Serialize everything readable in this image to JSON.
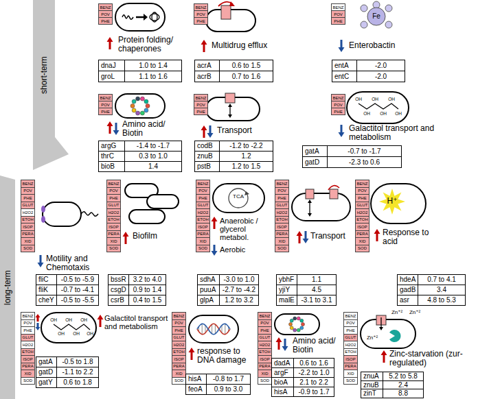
{
  "diagram": {
    "nodes": [
      {
        "text": [
          "BENZ"
        ]
      },
      {
        "text": [
          "POV"
        ]
      },
      {
        "text": [
          "PHE"
        ]
      },
      {
        "text": [
          "dnaJ",
          "1.0 to 1.4"
        ]
      },
      {
        "text": [
          "groL",
          "1.1 to 1.6"
        ]
      },
      {
        "text": [
          "BENZ"
        ]
      },
      {
        "text": [
          "POV"
        ]
      },
      {
        "text": [
          "PHE"
        ]
      },
      {
        "text": [
          "acrA",
          "0.6 to 1.5"
        ]
      },
      {
        "text": [
          "acrB",
          "0.7 to 1.6"
        ]
      },
      {
        "text": [
          "BENZ"
        ]
      },
      {
        "text": [
          "POV"
        ]
      },
      {
        "text": [
          "PHE"
        ]
      },
      {
        "text": [
          "entA",
          "-2.0"
        ]
      },
      {
        "text": [
          "entC",
          "-2.0"
        ]
      },
      {
        "text": [
          "BENZ"
        ]
      },
      {
        "text": [
          "POV"
        ]
      },
      {
        "text": [
          "PHE"
        ]
      },
      {
        "text": [
          "argG",
          "-1.4 to -1.7"
        ]
      },
      {
        "text": [
          "thrC",
          "0.3 to 1.0"
        ]
      },
      {
        "text": [
          "bioB",
          "1.4"
        ]
      },
      {
        "text": [
          "BENZ"
        ]
      },
      {
        "text": [
          "POV"
        ]
      },
      {
        "text": [
          "PHE"
        ]
      },
      {
        "text": [
          "codB",
          "-1.2 to -2.2"
        ]
      },
      {
        "text": [
          "znuB",
          "1.2"
        ]
      },
      {
        "text": [
          "pstB",
          "1.2 to 1.5"
        ]
      },
      {
        "text": [
          "BENZ"
        ]
      },
      {
        "text": [
          "POV"
        ]
      },
      {
        "text": [
          "PHE"
        ]
      },
      {
        "text": [
          "gatA",
          "-0.7 to -1.7"
        ]
      },
      {
        "text": [
          "gatD",
          "-2.3 to 0.6"
        ]
      },
      {
        "text": [
          "BENZ"
        ]
      },
      {
        "text": [
          "POV"
        ]
      },
      {
        "text": [
          "PHE"
        ]
      },
      {
        "text": [
          "GLUT"
        ]
      },
      {
        "text": [
          "H2O2"
        ]
      },
      {
        "text": [
          "ETOH"
        ]
      },
      {
        "text": [
          "ISOP"
        ]
      },
      {
        "text": [
          "PERA"
        ]
      },
      {
        "text": [
          "XID"
        ]
      },
      {
        "text": [
          "SOD"
        ]
      },
      {
        "text": [
          "fliC",
          "-0.5 to -5.9"
        ]
      },
      {
        "text": [
          "fliK",
          "-0.7 to -4.1"
        ]
      },
      {
        "text": [
          "cheY",
          "-0.5 to -5.5"
        ]
      },
      {
        "text": [
          "BENZ"
        ]
      },
      {
        "text": [
          "POV"
        ]
      },
      {
        "text": [
          "PHE"
        ]
      },
      {
        "text": [
          "GLUT"
        ]
      },
      {
        "text": [
          "H2O2"
        ]
      },
      {
        "text": [
          "ETOH"
        ]
      },
      {
        "text": [
          "ISOP"
        ]
      },
      {
        "text": [
          "PERA"
        ]
      },
      {
        "text": [
          "XID"
        ]
      },
      {
        "text": [
          "SOD"
        ]
      },
      {
        "text": [
          "bssR",
          "3.2 to 4.0"
        ]
      },
      {
        "text": [
          "csgD",
          "0.9 to 1.4"
        ]
      },
      {
        "text": [
          "csrB",
          "0.4 to 1.5"
        ]
      },
      {
        "text": [
          "BENZ"
        ]
      },
      {
        "text": [
          "POV"
        ]
      },
      {
        "text": [
          "PHE"
        ]
      },
      {
        "text": [
          "GLUT"
        ]
      },
      {
        "text": [
          "H2O2"
        ]
      },
      {
        "text": [
          "ETOH"
        ]
      },
      {
        "text": [
          "ISOP"
        ]
      },
      {
        "text": [
          "PERA"
        ]
      },
      {
        "text": [
          "XID"
        ]
      },
      {
        "text": [
          "SOD"
        ]
      },
      {
        "text": [
          "sdhA",
          "-3.0 to 1.0"
        ]
      },
      {
        "text": [
          "puuA",
          "-2.7 to -4.2"
        ]
      },
      {
        "text": [
          "glpA",
          "1.2 to 3.2"
        ]
      },
      {
        "text": [
          "BENZ"
        ]
      },
      {
        "text": [
          "POV"
        ]
      },
      {
        "text": [
          "PHE"
        ]
      },
      {
        "text": [
          "GLUT"
        ]
      },
      {
        "text": [
          "H2O2"
        ]
      },
      {
        "text": [
          "ETOH"
        ]
      },
      {
        "text": [
          "ISOP"
        ]
      },
      {
        "text": [
          "PERA"
        ]
      },
      {
        "text": [
          "XID"
        ]
      },
      {
        "text": [
          "SOD"
        ]
      },
      {
        "text": [
          "ybhF",
          "1.1"
        ]
      },
      {
        "text": [
          "yjiY",
          "4.5"
        ]
      },
      {
        "text": [
          "malE",
          "-3.1 to 3.1"
        ]
      },
      {
        "text": [
          "BENZ"
        ]
      },
      {
        "text": [
          "POV"
        ]
      },
      {
        "text": [
          "PHE"
        ]
      },
      {
        "text": [
          "GLUT"
        ]
      },
      {
        "text": [
          "H2O2"
        ]
      },
      {
        "text": [
          "ETOH"
        ]
      },
      {
        "text": [
          "ISOP"
        ]
      },
      {
        "text": [
          "PERA"
        ]
      },
      {
        "text": [
          "XID"
        ]
      },
      {
        "text": [
          "SOD"
        ]
      },
      {
        "text": [
          "hdeA",
          "0.7 to 4.1"
        ]
      },
      {
        "text": [
          "gadB",
          "3.4"
        ]
      },
      {
        "text": [
          "asr",
          "4.8 to 5.3"
        ]
      },
      {
        "text": [
          "BENZ"
        ]
      },
      {
        "text": [
          "POV"
        ]
      },
      {
        "text": [
          "PHE"
        ]
      },
      {
        "text": [
          "GLUT"
        ]
      },
      {
        "text": [
          "H2O2"
        ]
      },
      {
        "text": [
          "ETOH"
        ]
      },
      {
        "text": [
          "ISOP"
        ]
      },
      {
        "text": [
          "PERA"
        ]
      },
      {
        "text": [
          "XID"
        ]
      },
      {
        "text": [
          "SOD"
        ]
      },
      {
        "text": [
          "gatA",
          "-0.5 to 1.8"
        ]
      },
      {
        "text": [
          "gatD",
          "-1.1 to 2.2"
        ]
      },
      {
        "text": [
          "gatY",
          "0.6 to 1.8"
        ]
      },
      {
        "text": [
          "BENZ"
        ]
      },
      {
        "text": [
          "POV"
        ]
      },
      {
        "text": [
          "PHE"
        ]
      },
      {
        "text": [
          "GLUT"
        ]
      },
      {
        "text": [
          "H2O2"
        ]
      },
      {
        "text": [
          "ETOH"
        ]
      },
      {
        "text": [
          "ISOP"
        ]
      },
      {
        "text": [
          "PERA"
        ]
      },
      {
        "text": [
          "XID"
        ]
      },
      {
        "text": [
          "SOD"
        ]
      },
      {
        "text": [
          "hisA",
          "-0.8 to 1.7"
        ]
      },
      {
        "text": [
          "feoA",
          "0.9 to 3.0"
        ]
      },
      {
        "text": [
          "BENZ"
        ]
      },
      {
        "text": [
          "POV"
        ]
      },
      {
        "text": [
          "PHE"
        ]
      },
      {
        "text": [
          "GLUT"
        ]
      },
      {
        "text": [
          "H2O2"
        ]
      },
      {
        "text": [
          "ETOH"
        ]
      },
      {
        "text": [
          "ISOP"
        ]
      },
      {
        "text": [
          "PERA"
        ]
      },
      {
        "text": [
          "XID"
        ]
      },
      {
        "text": [
          "SOD"
        ]
      },
      {
        "text": [
          "dadA",
          "0.6 to 1.6"
        ]
      },
      {
        "text": [
          "argF",
          "-2.2 to 1.0"
        ]
      },
      {
        "text": [
          "bioA",
          "2.1 to 2.2"
        ]
      },
      {
        "text": [
          "hisA",
          "-0.9 to 1.7"
        ]
      },
      {
        "text": [
          "BENZ"
        ]
      },
      {
        "text": [
          "POV"
        ]
      },
      {
        "text": [
          "PHE"
        ]
      },
      {
        "text": [
          "GLUT"
        ]
      },
      {
        "text": [
          "H2O2"
        ]
      },
      {
        "text": [
          "ETOH"
        ]
      },
      {
        "text": [
          "ISOP"
        ]
      },
      {
        "text": [
          "PERA"
        ]
      },
      {
        "text": [
          "XID"
        ]
      },
      {
        "text": [
          "SOD"
        ]
      },
      {
        "text": [
          "znuA",
          "5.2 to 5.8"
        ]
      },
      {
        "text": [
          "znuB",
          "2.4"
        ]
      },
      {
        "text": [
          "zinT",
          "8.8"
        ]
      }
    ],
    "labels": [
      "short-term",
      "Protein folding/ chaperones",
      "Multidrug efflux",
      "Enterobactin",
      "Fe",
      "Amino acid/ Biotin",
      "Transport",
      "Galactitol transport and metabolism",
      "OH",
      "OH",
      "OH",
      "OH",
      "OH",
      "OH",
      "long-term",
      "Motility and Chemotaxis",
      "Biofilm",
      "TCA",
      "Anaerobic / glycerol metabol.",
      "Aerobic",
      "Transport",
      "H⁺",
      "Response to acid",
      "OH",
      "OH",
      "OH",
      "OH",
      "OH",
      "OH",
      "Galactitol transport and metabolism",
      "response to DNA damage",
      "Amino acid/ Biotin",
      "Zn⁺²",
      "Zn⁺²",
      "Zn⁺²",
      "Zinc-starvation (zur-regulated)"
    ]
  }
}
